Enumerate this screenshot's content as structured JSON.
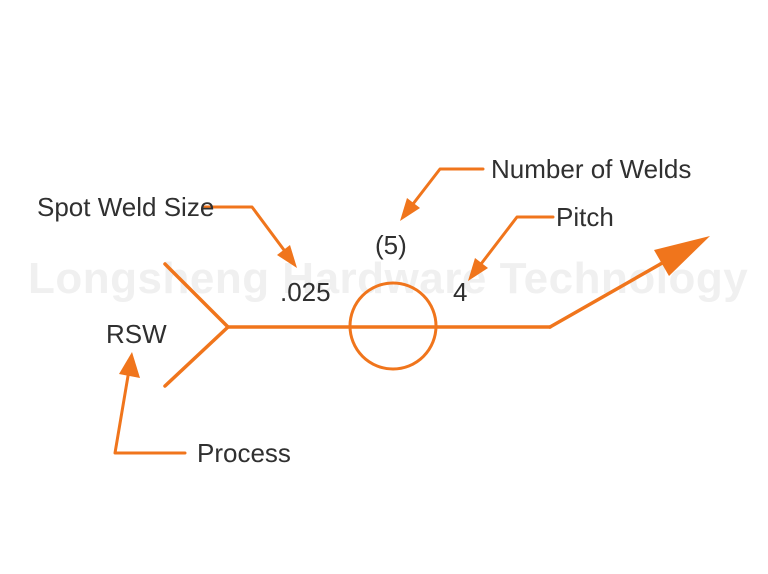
{
  "watermark": "Longsheng Hardware Technology",
  "colors": {
    "accent": "#F0751C",
    "text": "#303030",
    "watermark": "#F0F0F0",
    "background": "#FFFFFF"
  },
  "labels": {
    "size": "Spot Weld Size",
    "number_of_welds": "Number of Welds",
    "pitch": "Pitch",
    "process": "Process"
  },
  "symbol": {
    "process": "RSW",
    "size": ".025",
    "number_of_welds": "(5)",
    "pitch": "4"
  }
}
